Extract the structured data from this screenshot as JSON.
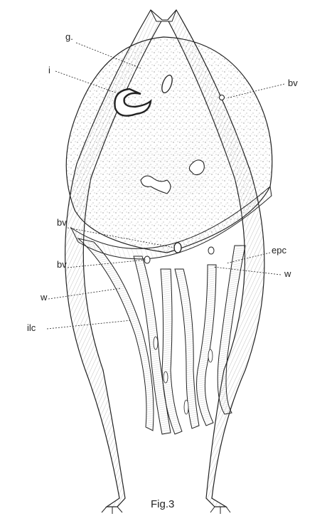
{
  "figure": {
    "caption": "Fig.3",
    "labels": {
      "g": "g.",
      "i": "i",
      "bv_top": "bv",
      "bv_left1": "bv",
      "bv_left2": "bv",
      "epc": "epc",
      "w_right": "w",
      "w_left": "w",
      "ilc": "ilc"
    }
  },
  "colors": {
    "ink": "#222222",
    "stipple": "#6a6a6a",
    "paper": "#ffffff"
  }
}
